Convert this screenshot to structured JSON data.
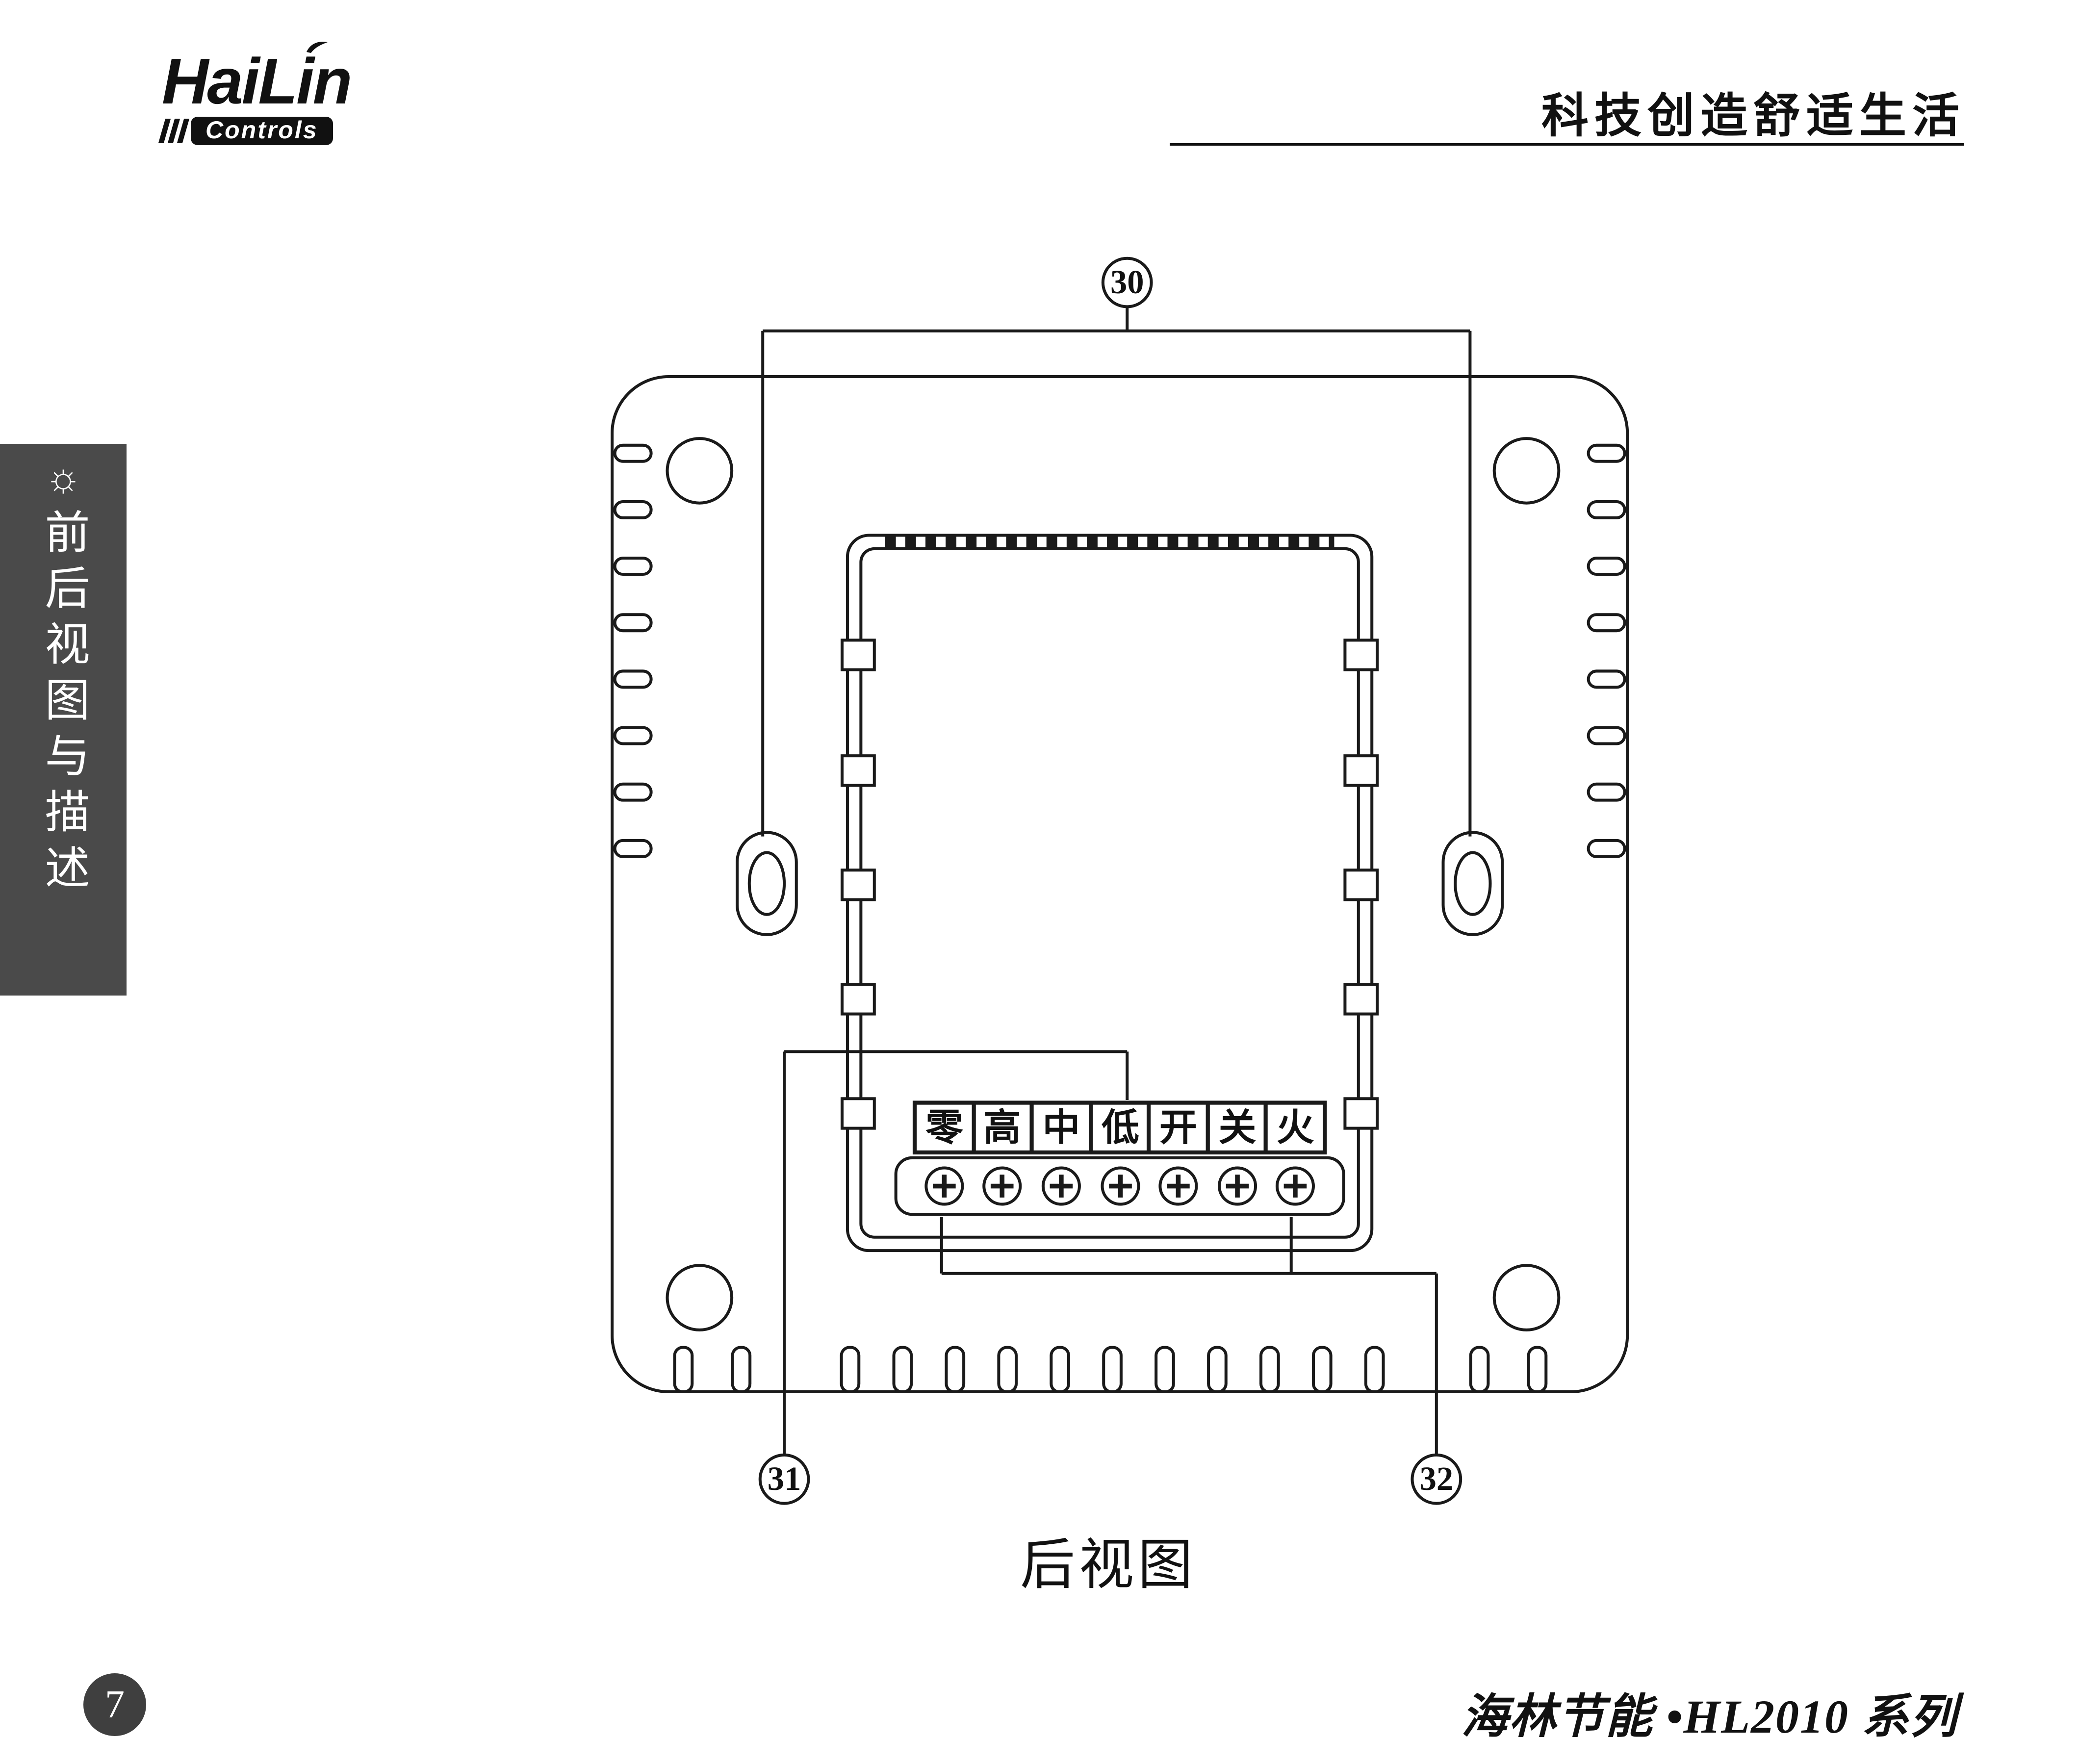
{
  "header": {
    "brand": "HaiLin",
    "brand_sub": "Controls",
    "slogan": "科技创造舒适生活"
  },
  "icons": {
    "sidebar_gear": "☼"
  },
  "sidebar": {
    "label": "前后视图与描述"
  },
  "diagram": {
    "caption": "后视图",
    "callouts": [
      {
        "label": "30"
      },
      {
        "label": "31"
      },
      {
        "label": "32"
      }
    ],
    "terminals": [
      "零",
      "高",
      "中",
      "低",
      "开",
      "关",
      "火"
    ]
  },
  "footer": {
    "page_number": "7",
    "series_label": "海林节能 •HL2010 系列"
  },
  "colors": {
    "ink": "#111111",
    "line": "#1a1a1a",
    "sidebar-bg": "#4a4a4a",
    "badge-bg": "#3f3f3f"
  }
}
